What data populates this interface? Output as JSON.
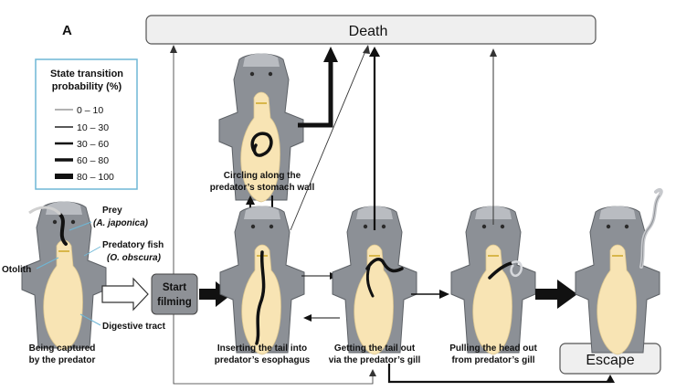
{
  "panel_label": "A",
  "states": {
    "death": "Death",
    "escape": "Escape",
    "start_filming_line1": "Start",
    "start_filming_line2": "filming"
  },
  "legend": {
    "title_line1": "State transition",
    "title_line2": "probability (%)",
    "items": [
      "0 – 10",
      "10 – 30",
      "30 – 60",
      "60 – 80",
      "80 – 100"
    ],
    "border_color": "#6fb7d6"
  },
  "anatomy_labels": {
    "prey": "Prey",
    "prey_species": "(A. japonica)",
    "predator": "Predatory fish",
    "predator_species": "(O. obscura)",
    "otolith": "Otolith",
    "digestive_tract": "Digestive tract"
  },
  "stages": {
    "captured_line1": "Being captured",
    "captured_line2": "by the predator",
    "circling_line1": "Circling along the",
    "circling_line2": "predator’s stomach wall",
    "inserting_line1": "Inserting the tail into",
    "inserting_line2": "predator’s esophagus",
    "tail_out_line1": "Getting the tail out",
    "tail_out_line2": "via the predator’s gill",
    "head_out_line1": "Pulling the head out",
    "head_out_line2": "from predator’s gill"
  },
  "colors": {
    "fish_body": "#8c9096",
    "fish_light": "#b9bcc1",
    "digestive": "#f8e4b4",
    "box_fill": "#efefef",
    "start_fill": "#8e9196"
  }
}
